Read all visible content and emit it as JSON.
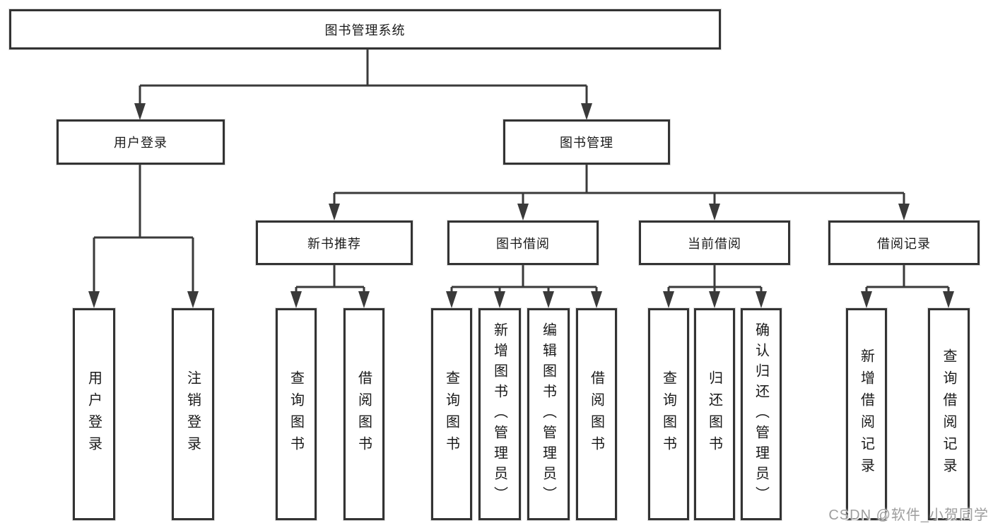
{
  "diagram": {
    "root": {
      "label": "图书管理系统"
    },
    "children": [
      {
        "label": "用户登录",
        "children": [
          {
            "label": "用户登录"
          },
          {
            "label": "注销登录"
          }
        ]
      },
      {
        "label": "图书管理",
        "children": [
          {
            "label": "新书推荐",
            "children": [
              {
                "label": "查询图书"
              },
              {
                "label": "借阅图书"
              }
            ]
          },
          {
            "label": "图书借阅",
            "children": [
              {
                "label": "查询图书"
              },
              {
                "label": "新增图书（管理员）"
              },
              {
                "label": "编辑图书（管理员）"
              },
              {
                "label": "借阅图书"
              }
            ]
          },
          {
            "label": "当前借阅",
            "children": [
              {
                "label": "查询图书"
              },
              {
                "label": "归还图书"
              },
              {
                "label": "确认归还（管理员）"
              }
            ]
          },
          {
            "label": "借阅记录",
            "children": [
              {
                "label": "新增借阅记录"
              },
              {
                "label": "查询借阅记录"
              }
            ]
          }
        ]
      }
    ]
  },
  "watermark": "CSDN @软件_小贺同学",
  "colors": {
    "line": "#3a3a3a",
    "box_border": "#333333",
    "box_fill": "#ffffff",
    "text": "#1a1a1a",
    "watermark": "#9e9e9e",
    "background": "#ffffff"
  }
}
